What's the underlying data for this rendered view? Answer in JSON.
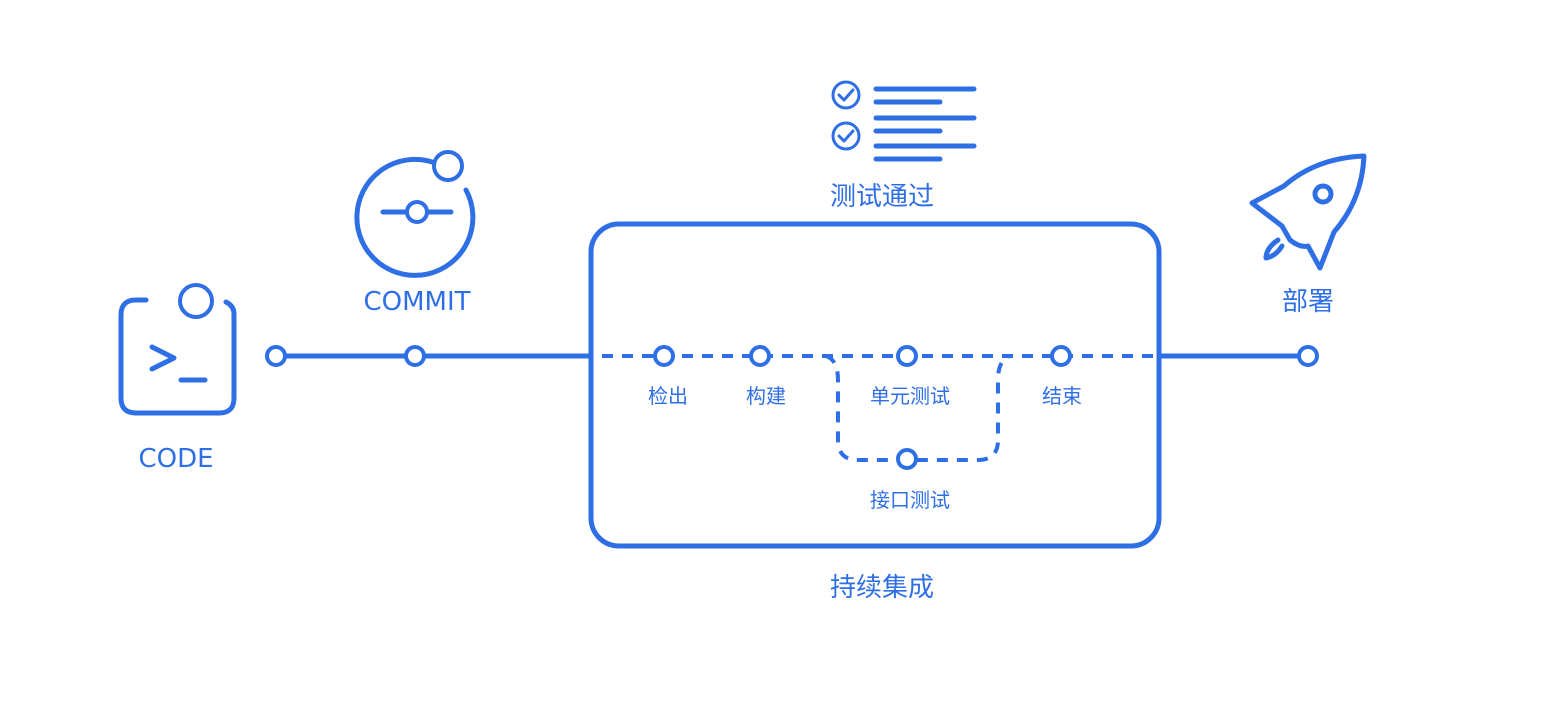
{
  "diagram": {
    "accent_color": "#2f6fe6",
    "labels": {
      "code": "CODE",
      "commit": "COMMIT",
      "tests_passed": "测试通过",
      "deploy": "部署",
      "ci": "持续集成"
    },
    "steps": {
      "checkout": "检出",
      "build": "构建",
      "unit_test": "单元测试",
      "api_test": "接口测试",
      "end": "结束"
    },
    "icons": {
      "code": "terminal-icon",
      "commit": "commit-icon",
      "tests_passed": "checklist-icon",
      "deploy": "rocket-icon"
    }
  }
}
